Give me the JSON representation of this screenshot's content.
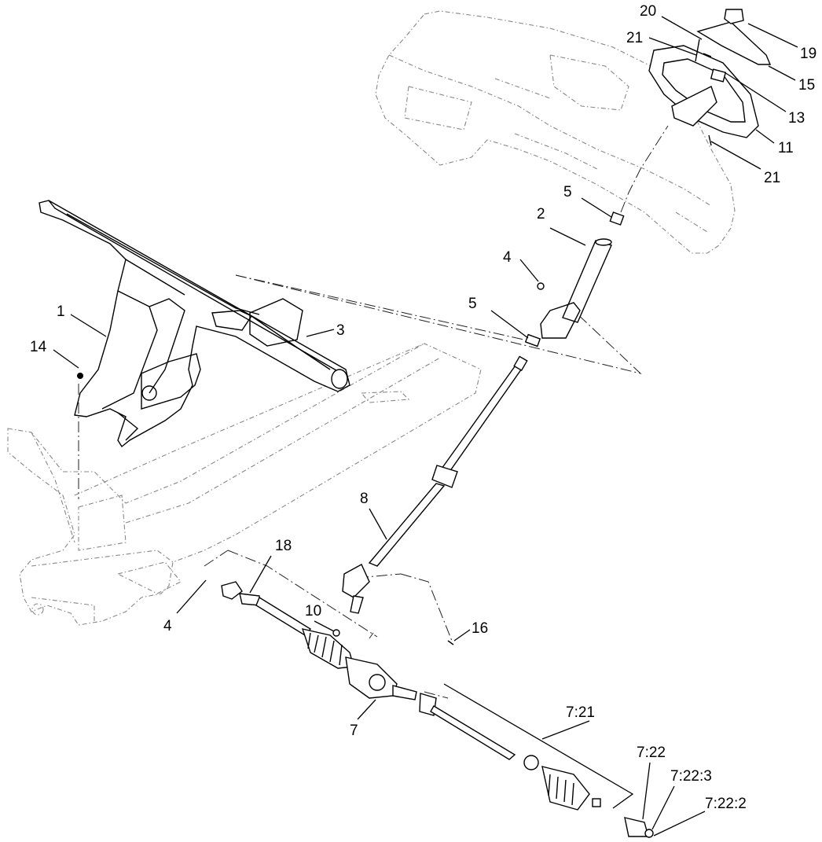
{
  "diagram": {
    "callouts": [
      {
        "id": "c1",
        "text": "1"
      },
      {
        "id": "c14",
        "text": "14"
      },
      {
        "id": "c3",
        "text": "3"
      },
      {
        "id": "c4a",
        "text": "4"
      },
      {
        "id": "c4b",
        "text": "4"
      },
      {
        "id": "c5a",
        "text": "5"
      },
      {
        "id": "c5b",
        "text": "5"
      },
      {
        "id": "c2",
        "text": "2"
      },
      {
        "id": "c8",
        "text": "8"
      },
      {
        "id": "c18",
        "text": "18"
      },
      {
        "id": "c10",
        "text": "10"
      },
      {
        "id": "c16",
        "text": "16"
      },
      {
        "id": "c7",
        "text": "7"
      },
      {
        "id": "c721",
        "text": "7:21"
      },
      {
        "id": "c722",
        "text": "7:22"
      },
      {
        "id": "c7223",
        "text": "7:22:3"
      },
      {
        "id": "c7222",
        "text": "7:22:2"
      },
      {
        "id": "c20",
        "text": "20"
      },
      {
        "id": "c19",
        "text": "19"
      },
      {
        "id": "c21a",
        "text": "21"
      },
      {
        "id": "c15",
        "text": "15"
      },
      {
        "id": "c13",
        "text": "13"
      },
      {
        "id": "c11",
        "text": "11"
      },
      {
        "id": "c21b",
        "text": "21"
      }
    ]
  }
}
